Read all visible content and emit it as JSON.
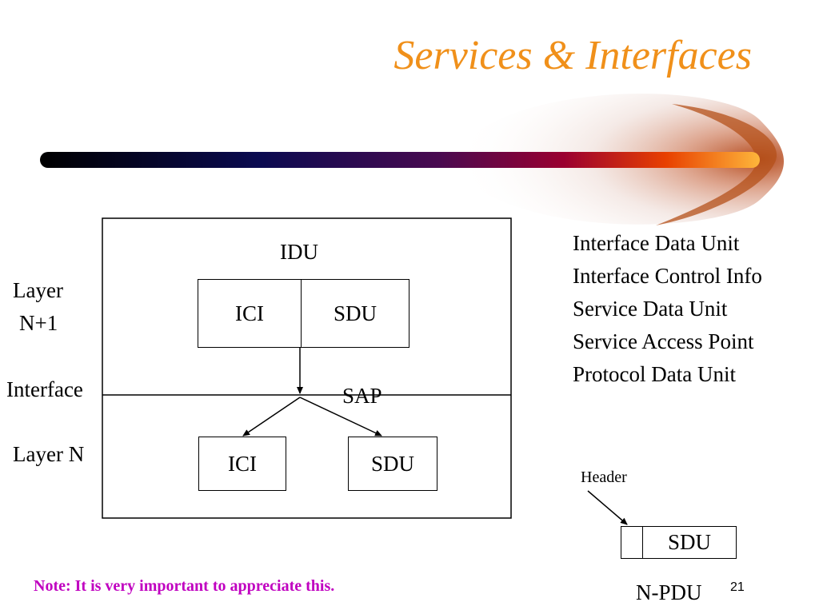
{
  "slide": {
    "title": "Services & Interfaces",
    "page_number": "21",
    "note": "Note: It is very important to appreciate this."
  },
  "diagram": {
    "idu_label": "IDU",
    "upper_ici": "ICI",
    "upper_sdu": "SDU",
    "sap_label": "SAP",
    "lower_ici": "ICI",
    "lower_sdu": "SDU",
    "layer_n1": [
      "Layer",
      "N+1"
    ],
    "interface_label": "Interface",
    "layer_n": "Layer N"
  },
  "definitions": [
    "Interface Data Unit",
    "Interface Control Info",
    "Service Data Unit",
    "Service Access Point",
    "Protocol Data Unit"
  ],
  "pdu": {
    "header_label": "Header",
    "sdu_label": "SDU",
    "npdu_label": "N-PDU"
  },
  "colors": {
    "title": "#f0901a",
    "note": "#c000c0",
    "bar_start": "#000000",
    "bar_end": "#ffb020"
  }
}
